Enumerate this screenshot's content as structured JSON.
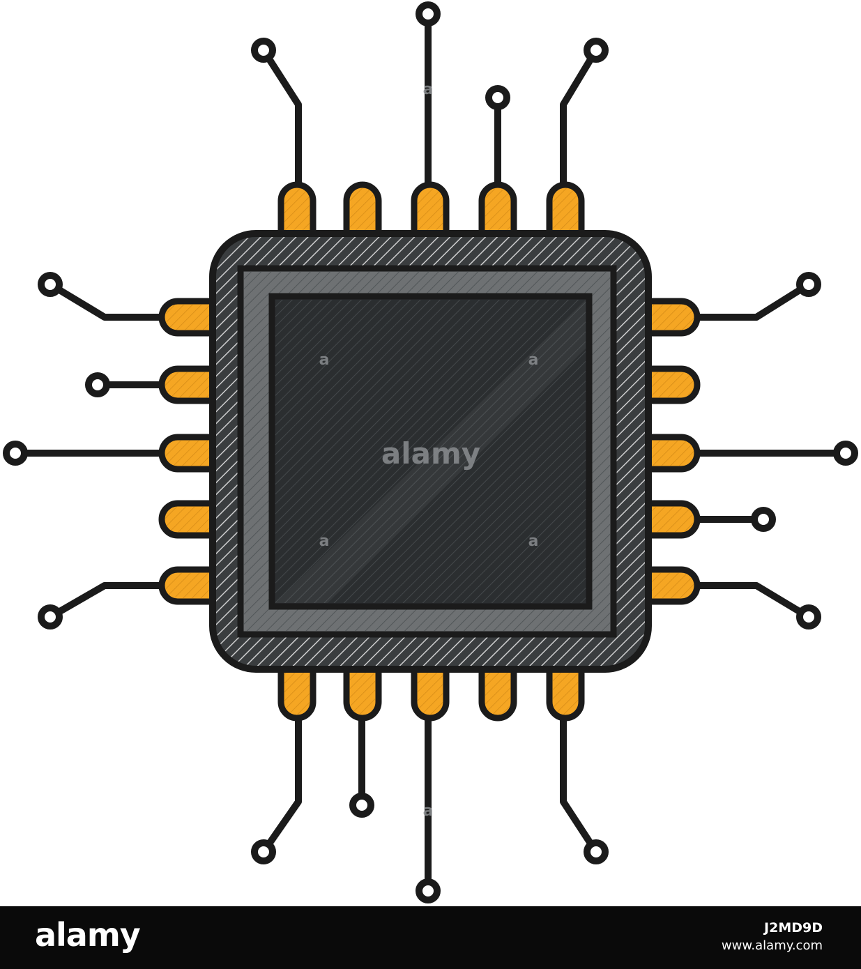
{
  "illustration": {
    "subject": "cpu-chip-icon",
    "colors": {
      "outline": "#1b1b1b",
      "chip_body": "#3a3d3f",
      "chip_frame": "#6e7173",
      "chip_core": "#2b2e30",
      "pin": "#f5a623",
      "hatch": "#ffffff"
    }
  },
  "watermark": {
    "center_text": "alamy",
    "small_mark": "a"
  },
  "footer": {
    "logo": "alamy",
    "image_id": "J2MD9D",
    "site": "www.alamy.com"
  }
}
